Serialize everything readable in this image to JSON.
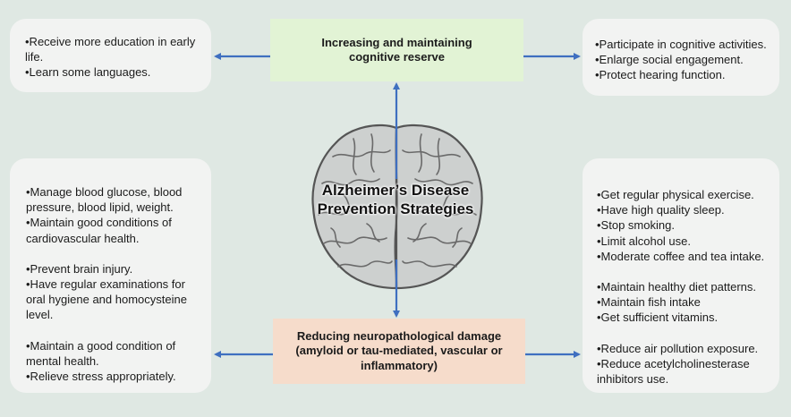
{
  "center": {
    "title_line1": "Alzheimer’s Disease",
    "title_line2": "Prevention Strategies"
  },
  "top_box": {
    "line1": "Increasing and maintaining",
    "line2": "cognitive reserve"
  },
  "bottom_box": {
    "line1": "Reducing neuropathological damage",
    "line2": "(amyloid or tau-mediated, vascular or",
    "line3": "inflammatory)"
  },
  "card_top_left": {
    "lines": [
      "•Receive more education in early",
      "life.",
      "•Learn some languages."
    ]
  },
  "card_top_right": {
    "lines": [
      "•Participate in cognitive activities.",
      "•Enlarge social engagement.",
      "•Protect hearing function."
    ]
  },
  "card_bottom_left": {
    "lines": [
      "•Manage blood glucose, blood",
      "pressure, blood lipid, weight.",
      "•Maintain good conditions of",
      "cardiovascular health.",
      "",
      "•Prevent brain injury.",
      "•Have regular examinations for",
      "oral hygiene and homocysteine",
      "level.",
      "",
      "•Maintain a good condition of",
      "mental health.",
      "•Relieve stress appropriately."
    ]
  },
  "card_bottom_right": {
    "lines": [
      "•Get regular physical exercise.",
      "•Have high quality sleep.",
      "•Stop smoking.",
      "•Limit alcohol use.",
      "•Moderate coffee and tea intake.",
      "",
      "•Maintain healthy diet patterns.",
      "•Maintain fish intake",
      "•Get sufficient vitamins.",
      "",
      "•Reduce air pollution exposure.",
      "•Reduce acetylcholinesterase",
      "inhibitors use."
    ]
  },
  "colors": {
    "background": "#dfe8e3",
    "card": "#f2f3f2",
    "top_box": "#e2f3d5",
    "bottom_box": "#f6dccb",
    "arrow": "#3f6fc0"
  },
  "icons": [
    "brain-illustration"
  ]
}
